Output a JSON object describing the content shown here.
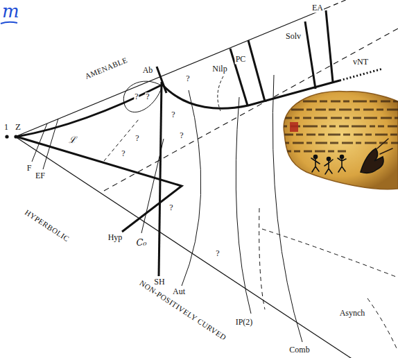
{
  "diagram": {
    "labels": [
      "m",
      "EA",
      "Solv",
      "PC",
      "Nilp",
      "AMENABLE",
      "vNT",
      "Ab",
      "?",
      "?",
      "?",
      "?",
      "?",
      "?",
      "?",
      "?",
      "?",
      "1",
      "Z",
      "ℒ",
      "F",
      "EF",
      "HYPERBOLIC",
      "Hyp",
      "C₀",
      "SH",
      "Aut",
      "NON-POSITIVELY CURVED",
      "IP(2)",
      "Comb",
      "Asynch"
    ]
  }
}
